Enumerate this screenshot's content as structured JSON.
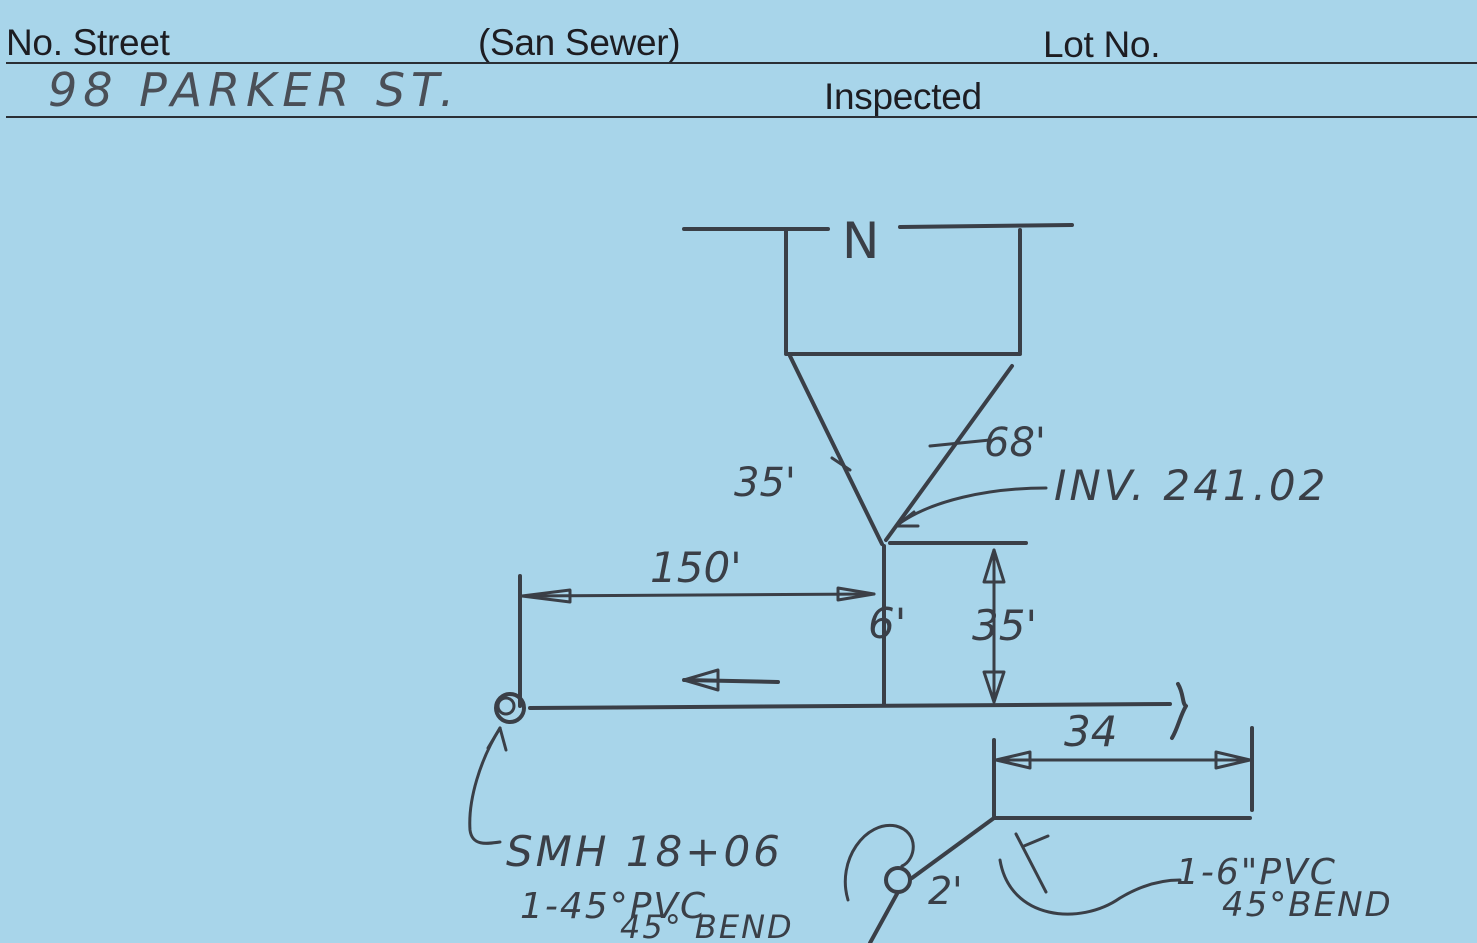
{
  "header": {
    "street_label": "No. Street",
    "sewer_label": "(San Sewer)",
    "lot_label": "Lot No.",
    "inspected_label": "Inspected",
    "address_value": "98 PARKER ST."
  },
  "sketch": {
    "north_marker": "N",
    "dim_35a": "35'",
    "dim_68": "68'",
    "invert": "INV. 241.02",
    "dim_150": "150'",
    "dim_6": "6'",
    "dim_35b": "35'",
    "dim_34": "34",
    "manhole_label": "SMH 18+06",
    "left_bend_line1": "1-45°PVC",
    "left_bend_line2": "45° BEND",
    "dim_2": "2'",
    "right_bend_line1": "1-6\"PVC",
    "right_bend_line2": "45°BEND"
  },
  "colors": {
    "card_background": "#a8d5ea",
    "print_ink": "#1d1d22",
    "pencil": "#3a3f47"
  }
}
